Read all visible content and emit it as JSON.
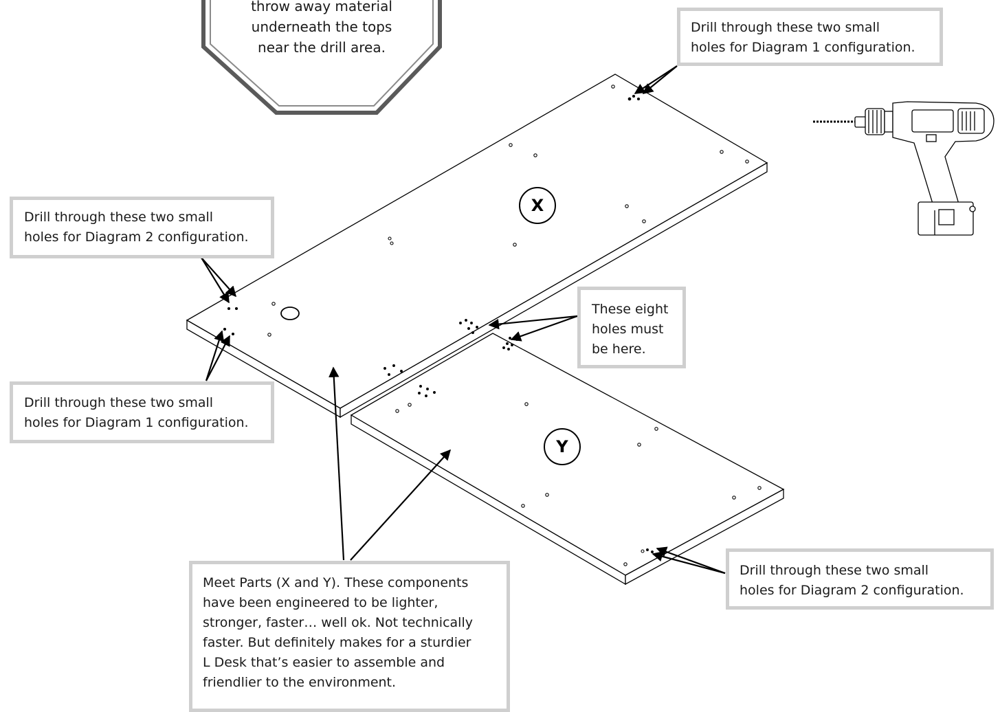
{
  "warning": {
    "lines": [
      "throw away material",
      "underneath the tops",
      "near the drill area."
    ]
  },
  "callouts": {
    "top_right": [
      "Drill through these two small",
      "holes for Diagram 1 configuration."
    ],
    "left_upper": [
      "Drill through these two small",
      "holes for Diagram 2 configuration."
    ],
    "left_lower": [
      "Drill through these two small",
      "holes for Diagram 1 configuration."
    ],
    "eight_holes": [
      "These eight",
      "holes must",
      "be here."
    ],
    "bottom_right": [
      "Drill through these two small",
      "holes for Diagram 2 configuration."
    ],
    "bottom_center": [
      "Meet Parts (X and Y). These components",
      "have been engineered to be lighter,",
      "stronger, faster… well ok. Not technically",
      "faster. But definitely makes for a sturdier",
      "L Desk that’s easier to assemble and",
      "friendlier to the environment."
    ]
  },
  "parts": {
    "x_label": "X",
    "y_label": "Y"
  },
  "icons": {
    "drill": "power-drill-icon"
  },
  "colors": {
    "callout_border": "#cfcfcf",
    "octagon": "#555555",
    "line": "#000000"
  }
}
